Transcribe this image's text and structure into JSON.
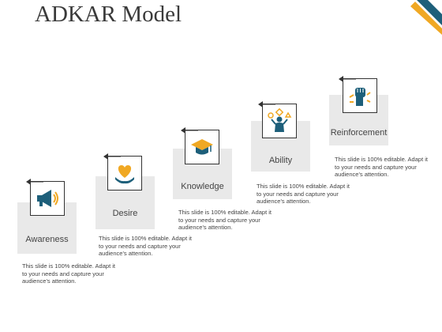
{
  "title": "ADKAR Model",
  "colors": {
    "accent_blue": "#1d5f7a",
    "accent_gold": "#f0a823",
    "card": "#e9e9e9"
  },
  "steps": [
    {
      "label": "Awareness",
      "icon": "megaphone-icon",
      "description": "This slide is 100% editable. Adapt it to your needs and capture your audience's attention."
    },
    {
      "label": "Desire",
      "icon": "heart-in-hand-icon",
      "description": "This slide is 100% editable. Adapt it to your needs and capture your audience's attention."
    },
    {
      "label": "Knowledge",
      "icon": "graduation-cap-icon",
      "description": "This slide is 100% editable. Adapt it to your needs and capture your audience's attention."
    },
    {
      "label": "Ability",
      "icon": "person-juggling-shapes-icon",
      "description": "This slide is 100% editable. Adapt it to your needs and capture your audience's attention."
    },
    {
      "label": "Reinforcement",
      "icon": "raised-fist-icon",
      "description": "This slide is 100% editable. Adapt it to your needs and capture your audience's attention."
    }
  ]
}
